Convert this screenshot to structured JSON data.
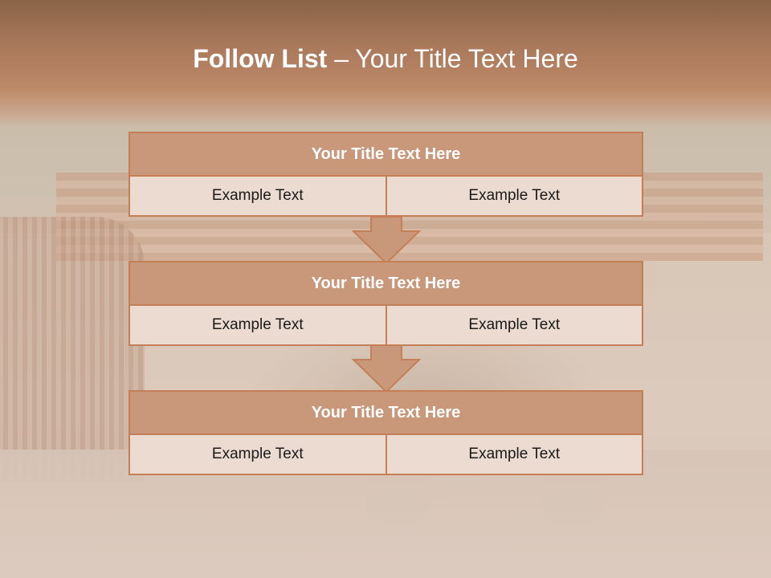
{
  "slide": {
    "title_bold": "Follow List",
    "title_rest": " – Your Title Text Here"
  },
  "blocks": [
    {
      "title": "Your Title Text Here",
      "left": "Example Text",
      "right": "Example Text"
    },
    {
      "title": "Your Title Text Here",
      "left": "Example Text",
      "right": "Example Text"
    },
    {
      "title": "Your Title Text Here",
      "left": "Example Text",
      "right": "Example Text"
    }
  ],
  "colors": {
    "title_band": "#a9785a",
    "block_header": "#c9987a",
    "block_border": "#c47f57",
    "block_cell": "#ecdbd0"
  }
}
